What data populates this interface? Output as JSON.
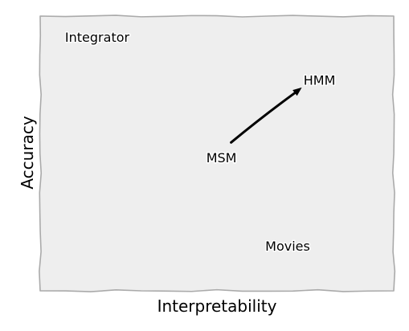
{
  "chart_data": {
    "type": "scatter",
    "title": "",
    "xlabel": "Interpretability",
    "ylabel": "Accuracy",
    "xlim": [
      0,
      10
    ],
    "ylim": [
      0,
      10
    ],
    "grid": false,
    "legend": "none",
    "points": [
      {
        "label": "Integrator",
        "x": 0.5,
        "y": 9.2
      },
      {
        "label": "HMM",
        "x": 7.4,
        "y": 7.4
      },
      {
        "label": "MSM",
        "x": 5.4,
        "y": 5.4
      },
      {
        "label": "Movies",
        "x": 7.0,
        "y": 1.6
      }
    ],
    "arrow": {
      "from": "MSM",
      "to": "HMM"
    }
  },
  "colors": {
    "axes_face": "#eeeeee",
    "axes_edge": "#aaaaaa",
    "arrow": "#000000",
    "text": "#000000"
  }
}
